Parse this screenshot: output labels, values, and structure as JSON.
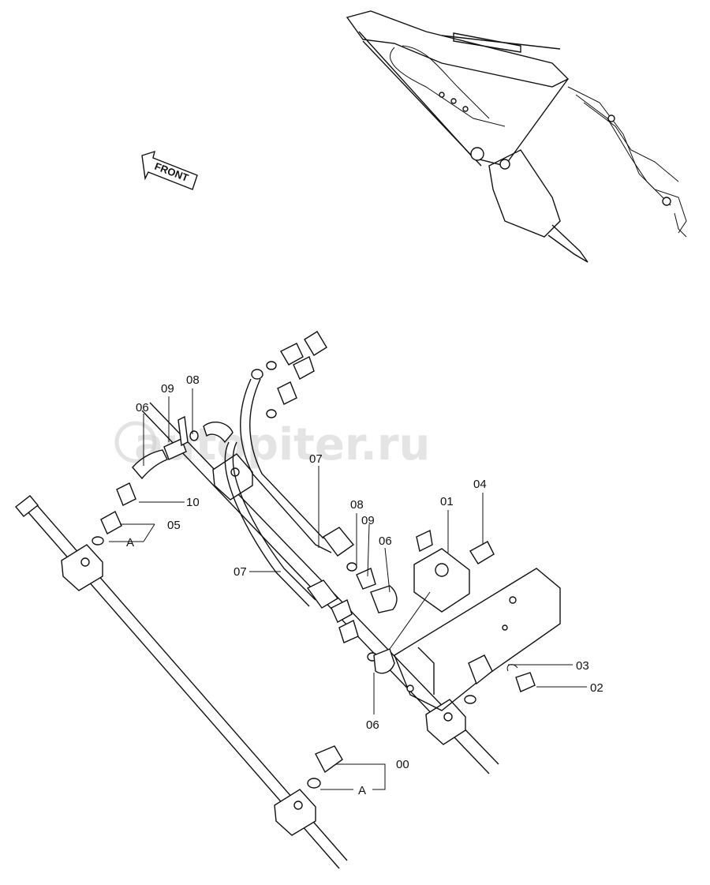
{
  "diagram": {
    "front_label": "FRONT",
    "watermark": "autopiter.ru",
    "callouts": [
      {
        "id": "c00",
        "text": "00"
      },
      {
        "id": "c01",
        "text": "01"
      },
      {
        "id": "c02",
        "text": "02"
      },
      {
        "id": "c03",
        "text": "03"
      },
      {
        "id": "c04",
        "text": "04"
      },
      {
        "id": "c05",
        "text": "05"
      },
      {
        "id": "c06a",
        "text": "06"
      },
      {
        "id": "c06b",
        "text": "06"
      },
      {
        "id": "c06c",
        "text": "06"
      },
      {
        "id": "c07a",
        "text": "07"
      },
      {
        "id": "c07b",
        "text": "07"
      },
      {
        "id": "c08a",
        "text": "08"
      },
      {
        "id": "c08b",
        "text": "08"
      },
      {
        "id": "c09a",
        "text": "09"
      },
      {
        "id": "c09b",
        "text": "09"
      },
      {
        "id": "c10",
        "text": "10"
      },
      {
        "id": "cA1",
        "text": "A"
      },
      {
        "id": "cA2",
        "text": "A"
      }
    ]
  }
}
